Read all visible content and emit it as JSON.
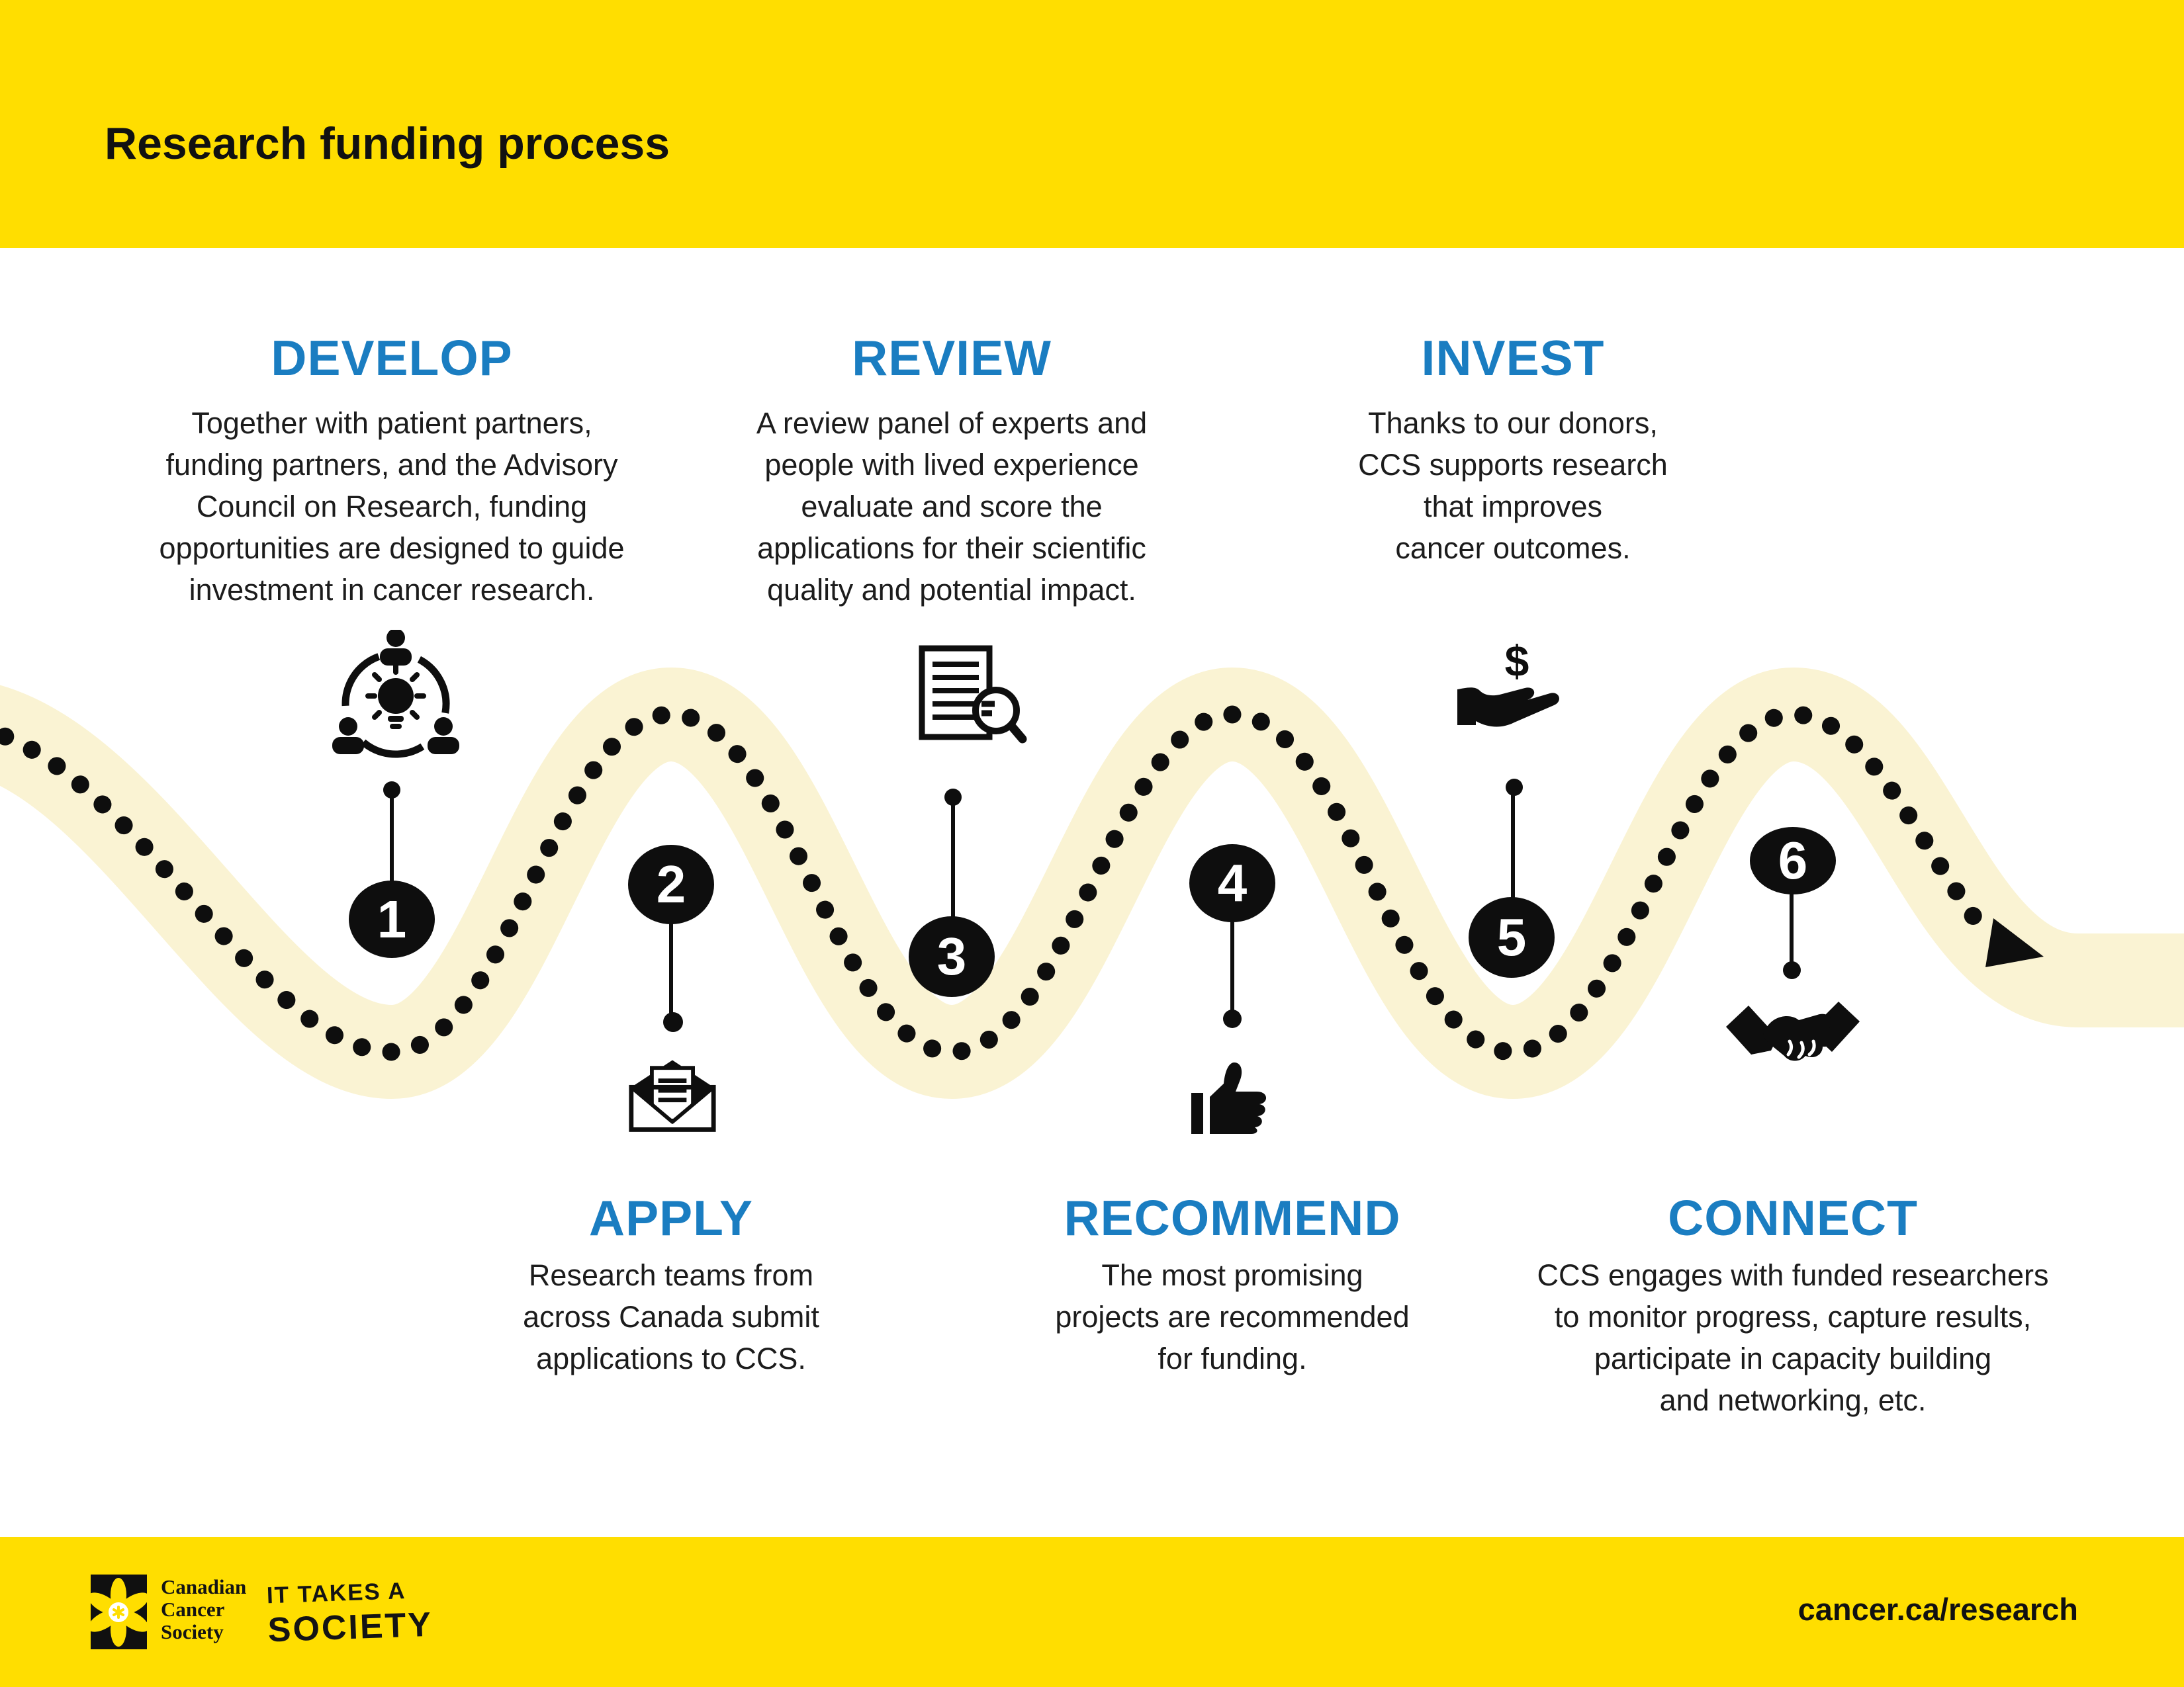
{
  "header": {
    "title": "Research funding process"
  },
  "colors": {
    "brand_yellow": "#FFDE00",
    "path_yellow": "#FAF3D3",
    "heading_blue": "#1A7DC1",
    "ink_black": "#0e0e0e"
  },
  "steps": [
    {
      "num": "1",
      "title": "DEVELOP",
      "icon": "team-idea-icon",
      "desc": "Together with patient partners,\nfunding partners, and the Advisory\nCouncil on Research, funding\nopportunities are designed to guide\ninvestment in cancer research."
    },
    {
      "num": "2",
      "title": "APPLY",
      "icon": "envelope-icon",
      "desc": "Research teams from\nacross Canada submit\napplications to CCS."
    },
    {
      "num": "3",
      "title": "REVIEW",
      "icon": "document-magnifier-icon",
      "desc": "A review panel of experts and\npeople with lived experience\nevaluate and score the\napplications for their scientific\nquality and potential impact."
    },
    {
      "num": "4",
      "title": "RECOMMEND",
      "icon": "thumbs-up-icon",
      "desc": "The most promising\nprojects are recommended\nfor funding."
    },
    {
      "num": "5",
      "title": "INVEST",
      "icon": "hand-dollar-icon",
      "desc": "Thanks to our donors,\nCCS supports research\nthat improves\ncancer outcomes."
    },
    {
      "num": "6",
      "title": "CONNECT",
      "icon": "handshake-icon",
      "desc": "CCS engages with funded researchers\nto monitor progress, capture results,\nparticipate in capacity building\nand networking, etc."
    }
  ],
  "footer": {
    "org_name": "Canadian\nCancer\nSociety",
    "tagline_line1": "IT TAKES A",
    "tagline_line2": "SOCIETY",
    "url": "cancer.ca/research"
  }
}
